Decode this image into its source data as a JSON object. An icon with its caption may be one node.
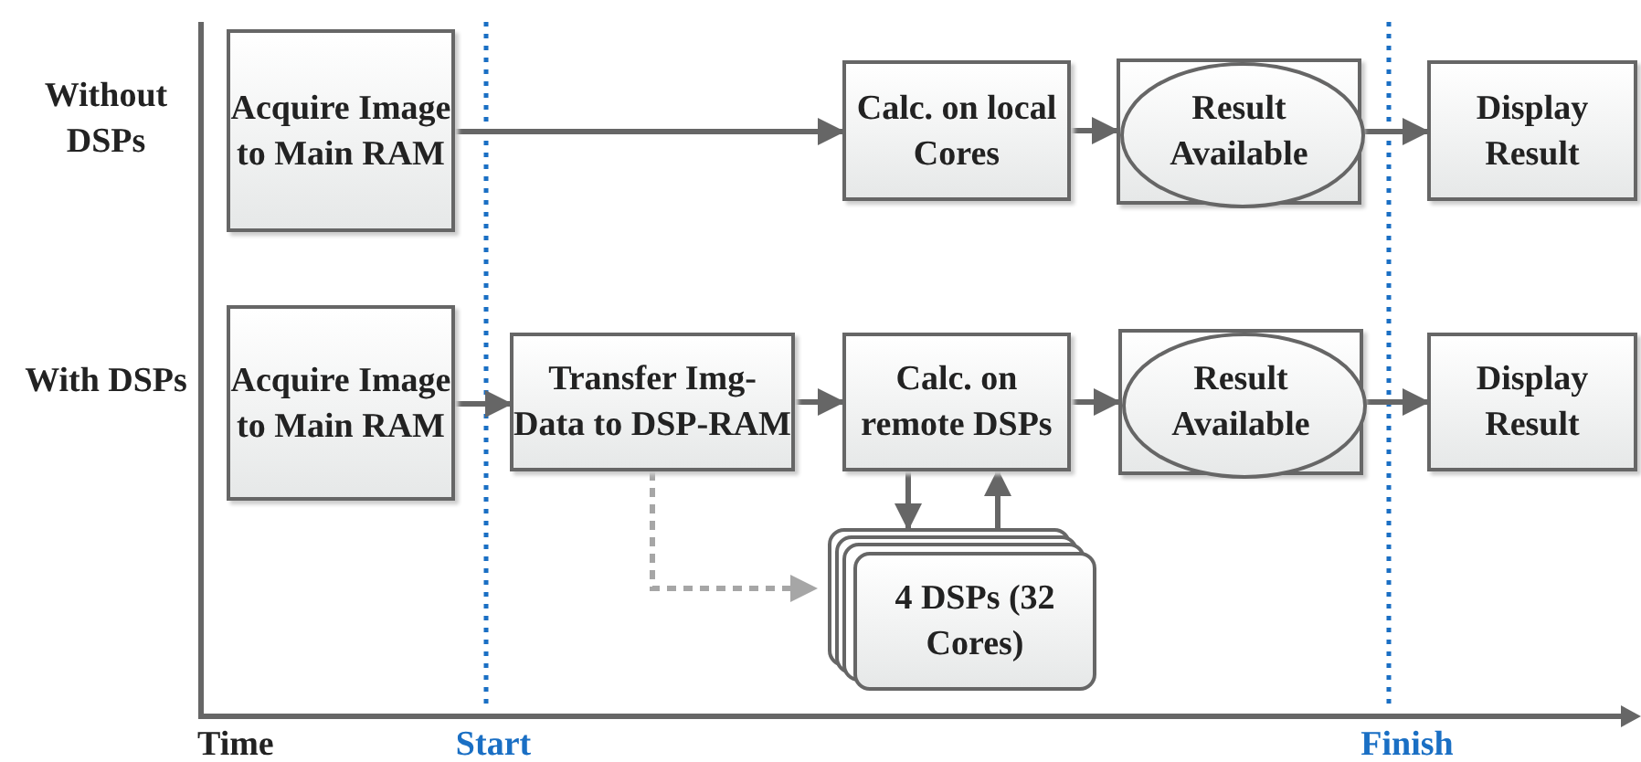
{
  "diagram": {
    "nodes": [
      {
        "text": [
          "Acquire Image to Main RAM"
        ]
      },
      {
        "text": [
          "Calc. on local Cores"
        ]
      },
      {
        "text": [
          "Result Available"
        ]
      },
      {
        "text": [
          "Display Result"
        ]
      },
      {
        "text": [
          "Acquire Image to Main RAM"
        ]
      },
      {
        "text": [
          "Transfer Img-Data to DSP-RAM"
        ]
      },
      {
        "text": [
          "Calc. on remote DSPs"
        ]
      },
      {
        "text": [
          "Result Available"
        ]
      },
      {
        "text": [
          "Display Result"
        ]
      },
      {
        "text": [
          "4 DSPs (32 Cores)"
        ]
      }
    ],
    "edges": [
      {
        "from": 0,
        "to": 1,
        "arrow": "to"
      },
      {
        "from": 1,
        "to": 2,
        "arrow": "to"
      },
      {
        "from": 2,
        "to": 3,
        "arrow": "to"
      },
      {
        "from": 4,
        "to": 5,
        "arrow": "to"
      },
      {
        "from": 5,
        "to": 6,
        "arrow": "to"
      },
      {
        "from": 6,
        "to": 7,
        "arrow": "to"
      },
      {
        "from": 7,
        "to": 8,
        "arrow": "to"
      },
      {
        "from": 6,
        "to": 9,
        "arrow": "to"
      },
      {
        "from": 9,
        "to": 6,
        "arrow": "to"
      },
      {
        "from": 5,
        "to": 9,
        "arrow": "to",
        "style": "dashed",
        "color": "#a6a6a6"
      }
    ],
    "labels": [
      "Without DSPs",
      "With DSPs",
      "Time",
      "Start",
      "Finish"
    ]
  }
}
